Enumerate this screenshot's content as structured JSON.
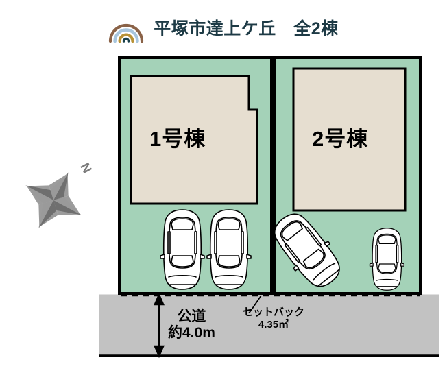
{
  "header": {
    "logo_icon": "rainbow-icon",
    "logo_arc_colors": [
      "#8a6247",
      "#a8c6dd",
      "#b89236",
      "#19404a"
    ],
    "title": "平塚市達上ケ丘　全2棟"
  },
  "compass": {
    "icon": "compass-rose-icon",
    "north_label": "N",
    "color": "#7a7a7a"
  },
  "site_plan": {
    "colors": {
      "lot_fill": "#a4d2b8",
      "building_fill": "#e6ded0",
      "road_fill": "#c2c2c2",
      "outline": "#000000",
      "car_fill": "#ffffff"
    },
    "lots": [
      {
        "id": "lot-1",
        "building_label": "1号棟",
        "cars": 2
      },
      {
        "id": "lot-2",
        "building_label": "2号棟",
        "cars": 2
      }
    ],
    "road": {
      "label_line1": "公道",
      "label_line2": "約4.0m"
    },
    "setback": {
      "label_line1": "セットバック",
      "label_line2": "4.35㎡"
    }
  }
}
